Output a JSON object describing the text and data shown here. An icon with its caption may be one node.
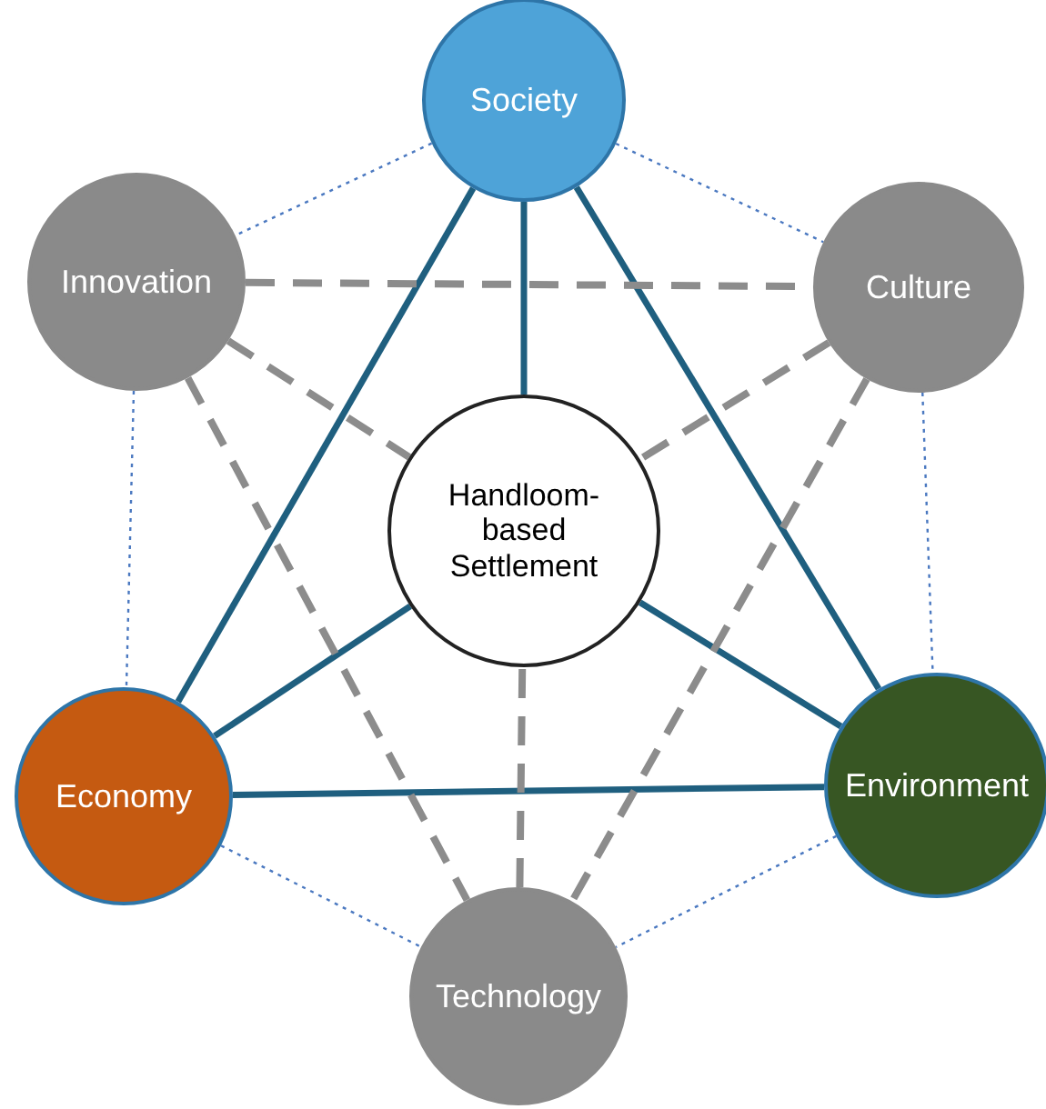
{
  "diagram": {
    "nodes": [
      {
        "text": [
          "Society"
        ]
      },
      {
        "text": [
          "Innovation"
        ]
      },
      {
        "text": [
          "Culture"
        ]
      },
      {
        "text": [
          "Handloom-based Settlement"
        ]
      },
      {
        "text": [
          "Economy"
        ]
      },
      {
        "text": [
          "Environment"
        ]
      },
      {
        "text": [
          "Technology"
        ]
      }
    ],
    "edges": [
      {
        "from": 0,
        "to": 4,
        "arrow": "none",
        "color": "#1f5f7f"
      },
      {
        "from": 0,
        "to": 5,
        "arrow": "none",
        "color": "#1f5f7f"
      },
      {
        "from": 4,
        "to": 5,
        "arrow": "none",
        "color": "#1f5f7f"
      },
      {
        "from": 3,
        "to": 0,
        "arrow": "none",
        "color": "#1f5f7f"
      },
      {
        "from": 3,
        "to": 4,
        "arrow": "none",
        "color": "#1f5f7f"
      },
      {
        "from": 3,
        "to": 5,
        "arrow": "none",
        "color": "#1f5f7f"
      },
      {
        "from": 1,
        "to": 2,
        "arrow": "none",
        "style": "dashed",
        "color": "#8c8c8c"
      },
      {
        "from": 1,
        "to": 3,
        "arrow": "none",
        "style": "dashed",
        "color": "#8c8c8c"
      },
      {
        "from": 2,
        "to": 3,
        "arrow": "none",
        "style": "dashed",
        "color": "#8c8c8c"
      },
      {
        "from": 6,
        "to": 3,
        "arrow": "none",
        "style": "dashed",
        "color": "#8c8c8c"
      },
      {
        "from": 1,
        "to": 6,
        "arrow": "none",
        "style": "dashed",
        "color": "#8c8c8c"
      },
      {
        "from": 2,
        "to": 6,
        "arrow": "none",
        "style": "dashed",
        "color": "#8c8c8c"
      },
      {
        "from": 0,
        "to": 1,
        "arrow": "none",
        "style": "dashed"
      },
      {
        "from": 0,
        "to": 2,
        "arrow": "none",
        "style": "dashed"
      },
      {
        "from": 1,
        "to": 4,
        "arrow": "none",
        "style": "dashed"
      },
      {
        "from": 2,
        "to": 5,
        "arrow": "none",
        "style": "dashed"
      },
      {
        "from": 4,
        "to": 6,
        "arrow": "none",
        "style": "dashed"
      },
      {
        "from": 5,
        "to": 6,
        "arrow": "none",
        "style": "dashed"
      }
    ]
  }
}
